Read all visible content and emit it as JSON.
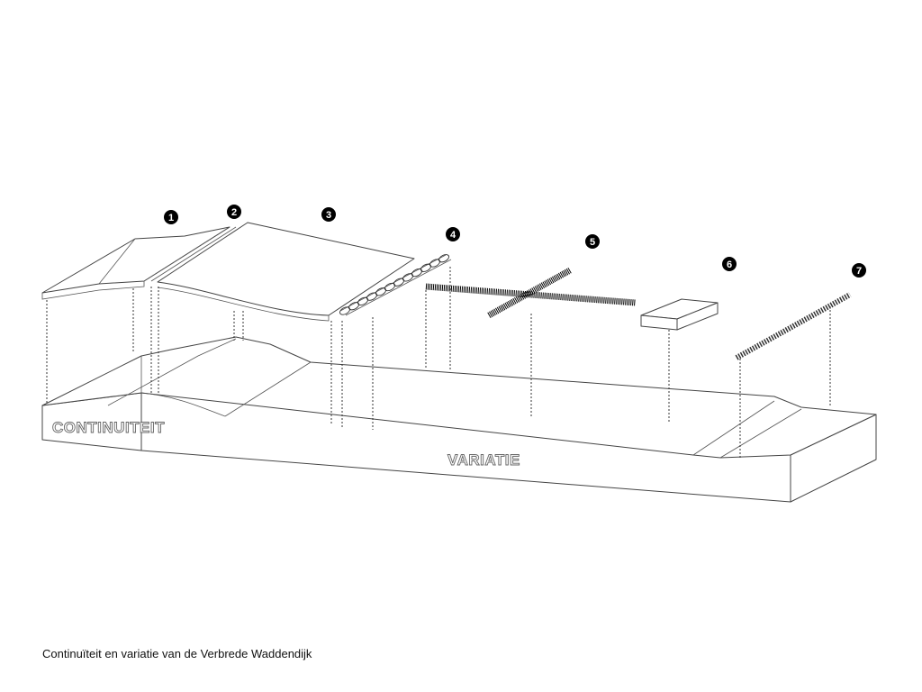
{
  "labels": {
    "continuiteit": "CONTINUITEIT",
    "variatie": "VARIATIE"
  },
  "markers": [
    "1",
    "2",
    "3",
    "4",
    "5",
    "6",
    "7"
  ],
  "caption": "Continuïteit en variatie van de Verbrede Waddendijk"
}
